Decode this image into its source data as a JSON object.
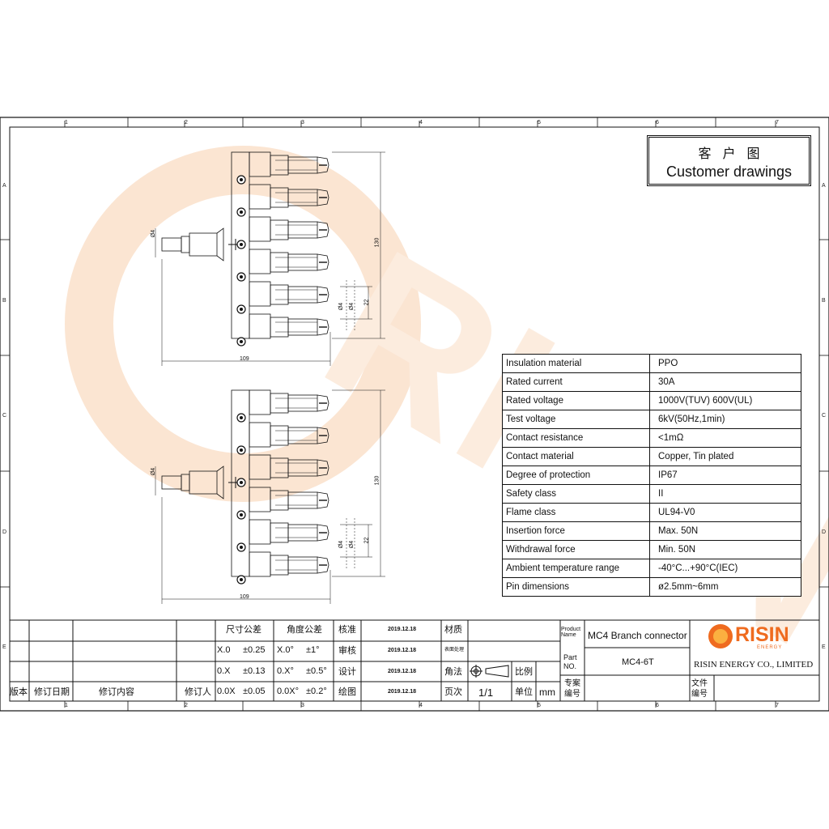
{
  "title_box": {
    "zh": "客户图",
    "en": "Customer drawings"
  },
  "ruler": {
    "columns": [
      "1",
      "2",
      "3",
      "4",
      "5",
      "6",
      "7"
    ],
    "rows": [
      "A",
      "B",
      "C",
      "D",
      "E"
    ]
  },
  "drawing": {
    "dims": {
      "length": "109",
      "height": "130",
      "pin": "22",
      "diam1": "Ø4",
      "diam2": "Ø4",
      "diam3": "Ø4"
    }
  },
  "specs": [
    {
      "label": "Insulation material",
      "value": "PPO"
    },
    {
      "label": "Rated current",
      "value": "30A"
    },
    {
      "label": "Rated voltage",
      "value": "1000V(TUV)  600V(UL)"
    },
    {
      "label": "Test voltage",
      "value": "6kV(50Hz,1min)"
    },
    {
      "label": "Contact resistance",
      "value": "<1mΩ"
    },
    {
      "label": "Contact material",
      "value": "Copper, Tin plated"
    },
    {
      "label": "Degree of protection",
      "value": "IP67"
    },
    {
      "label": "Safety class",
      "value": "II"
    },
    {
      "label": "Flame class",
      "value": "UL94-V0"
    },
    {
      "label": "Insertion force",
      "value": "Max. 50N"
    },
    {
      "label": "Withdrawal force",
      "value": "Min. 50N"
    },
    {
      "label": "Ambient temperature range",
      "value": "-40°C...+90°C(IEC)"
    },
    {
      "label": "Pin dimensions",
      "value": "ø2.5mm~6mm"
    }
  ],
  "title_block": {
    "rev_headers": [
      "版本",
      "修订日期",
      "修订内容",
      "修订人"
    ],
    "size_tol_header": "尺寸公差",
    "angle_tol_header": "角度公差",
    "size_tol": [
      [
        "X.0",
        "±0.25"
      ],
      [
        "0.X",
        "±0.13"
      ],
      [
        "0.0X",
        "±0.05"
      ]
    ],
    "angle_tol": [
      [
        "X.0°",
        "±1°"
      ],
      [
        "0.X°",
        "±0.5°"
      ],
      [
        "0.0X°",
        "±0.2°"
      ]
    ],
    "approvals": [
      "核准",
      "审核",
      "设计",
      "绘图"
    ],
    "dates": [
      "2019.12.18",
      "2019.12.18",
      "2019.12.18",
      "2019.12.18"
    ],
    "material_label": "材质",
    "surface_label": "表面处理",
    "projection_label": "角法",
    "page_label": "页次",
    "page_value": "1/1",
    "scale_label": "比例",
    "unit_label": "单位",
    "unit_value": "mm",
    "product_name_label": "Product Name",
    "product_name": "MC4 Branch connector",
    "part_no_label": "Part NO.",
    "part_no": "MC4-6T",
    "case_no_label": "专案编号",
    "file_no_label": "文件编号",
    "company_logo": "RISIN",
    "company_logo_sub": "ENERGY",
    "company_name": "RISIN ENERGY CO., LIMITED"
  },
  "colors": {
    "line": "#111111",
    "watermark": "#f6c9a6",
    "logo_orange": "#ef6b1f"
  }
}
